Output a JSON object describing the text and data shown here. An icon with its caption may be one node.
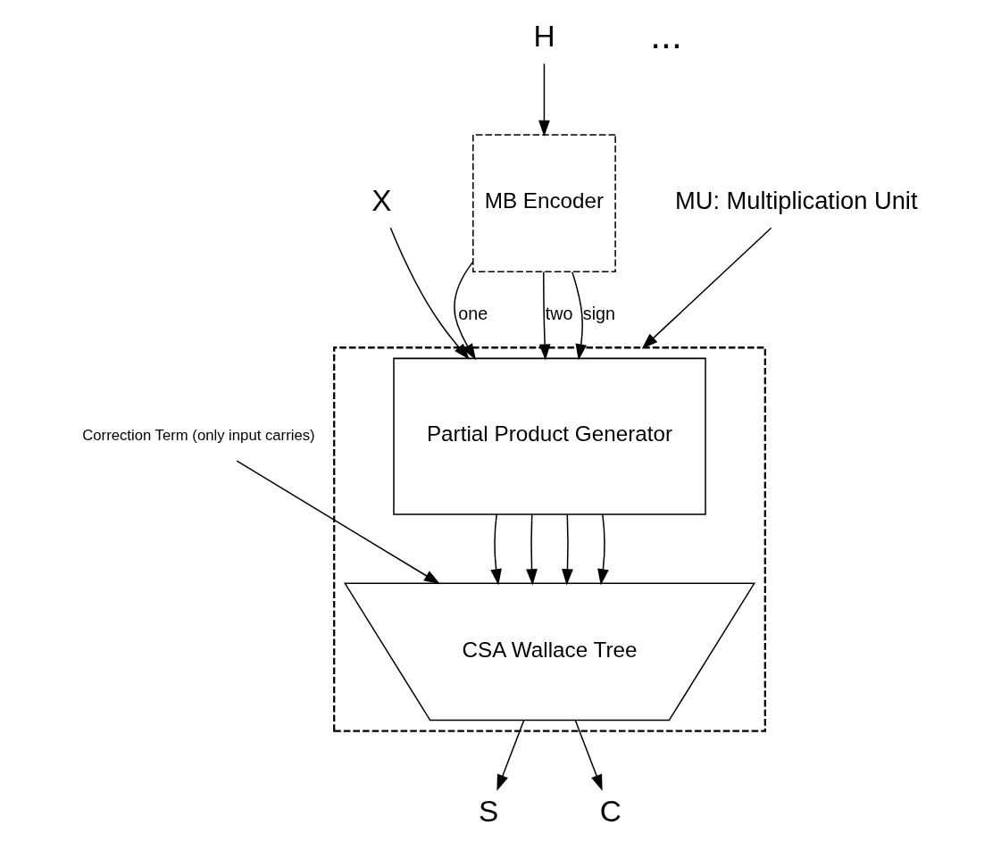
{
  "diagram": {
    "nodes": [
      {
        "text": [],
        "shape": "box"
      },
      {
        "text": [
          "X"
        ]
      },
      {
        "text": [
          "Partial Product Generator"
        ],
        "in": 0
      },
      {
        "text": [
          "CSA Wallace Tree"
        ],
        "in": 0
      },
      {
        "text": [
          "MB Encoder"
        ]
      },
      {
        "text": [
          "H"
        ]
      },
      {
        "text": [
          "S"
        ]
      },
      {
        "text": [
          "C"
        ]
      },
      {
        "text": [
          "Correction Term (only input carries)"
        ]
      },
      {
        "text": [
          "MU: Multiplication Unit"
        ]
      }
    ],
    "edges": [
      {
        "from": 1,
        "to": 2,
        "arrow": "to"
      },
      {
        "from": 4,
        "to": 2,
        "arrow": "to",
        "label": "one"
      },
      {
        "from": 4,
        "to": 2,
        "arrow": "to",
        "label": "two"
      },
      {
        "from": 4,
        "to": 2,
        "arrow": "to",
        "label": "sign"
      },
      {
        "from": 5,
        "to": 4,
        "arrow": "to"
      },
      {
        "from": 2,
        "to": 3,
        "arrow": "to"
      },
      {
        "from": 2,
        "to": 3,
        "arrow": "to"
      },
      {
        "from": 2,
        "to": 3,
        "arrow": "to"
      },
      {
        "from": 2,
        "to": 3,
        "arrow": "to"
      },
      {
        "from": 8,
        "to": 3,
        "arrow": "to"
      },
      {
        "from": 3,
        "to": 6,
        "arrow": "to"
      },
      {
        "from": 3,
        "to": 7,
        "arrow": "to"
      },
      {
        "from": 9,
        "to": 0,
        "arrow": "to"
      }
    ],
    "labels": [
      "..."
    ]
  }
}
